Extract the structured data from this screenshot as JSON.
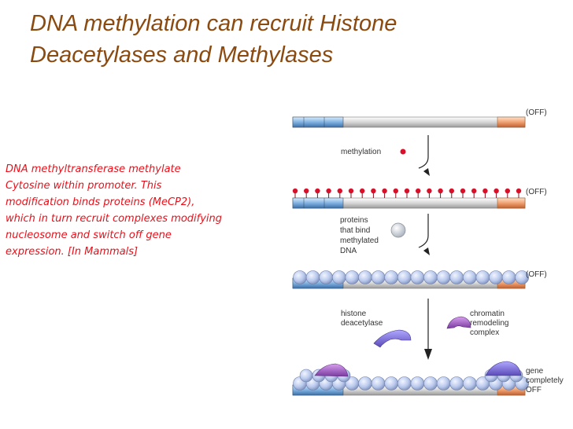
{
  "title": {
    "line1": "DNA methylation can recruit Histone",
    "line2": "Deacetylases and Methylases"
  },
  "description": {
    "lines": [
      "DNA methyltransferase methylate",
      "Cytosine within promoter. This",
      "modification binds proteins (MeCP2),",
      "which in turn recruit complexes modifying",
      "nucleosome and switch off gene",
      "expression. [In Mammals]"
    ]
  },
  "diagram": {
    "state_labels": [
      "(OFF)",
      "(OFF)",
      "(OFF)"
    ],
    "methylation_label": "methylation",
    "protein_label_lines": [
      "proteins",
      "that bind",
      "methylated",
      "DNA"
    ],
    "hdac_label_lines": [
      "histone",
      "deacetylase"
    ],
    "remodeling_label_lines": [
      "chromatin",
      "remodeling",
      "complex"
    ],
    "final_label_lines": [
      "gene",
      "completely",
      "OFF"
    ]
  },
  "colors": {
    "title": "#8a4a10",
    "description": "#e8101a",
    "promoter_blue": "#7fb0e0",
    "gene_orange": "#f0a070",
    "methyl_red": "#d8102a",
    "nucleosome": "#b8c8ec",
    "hdac_purple": "#8070d0",
    "remodeler_purple": "#9a50c0"
  }
}
